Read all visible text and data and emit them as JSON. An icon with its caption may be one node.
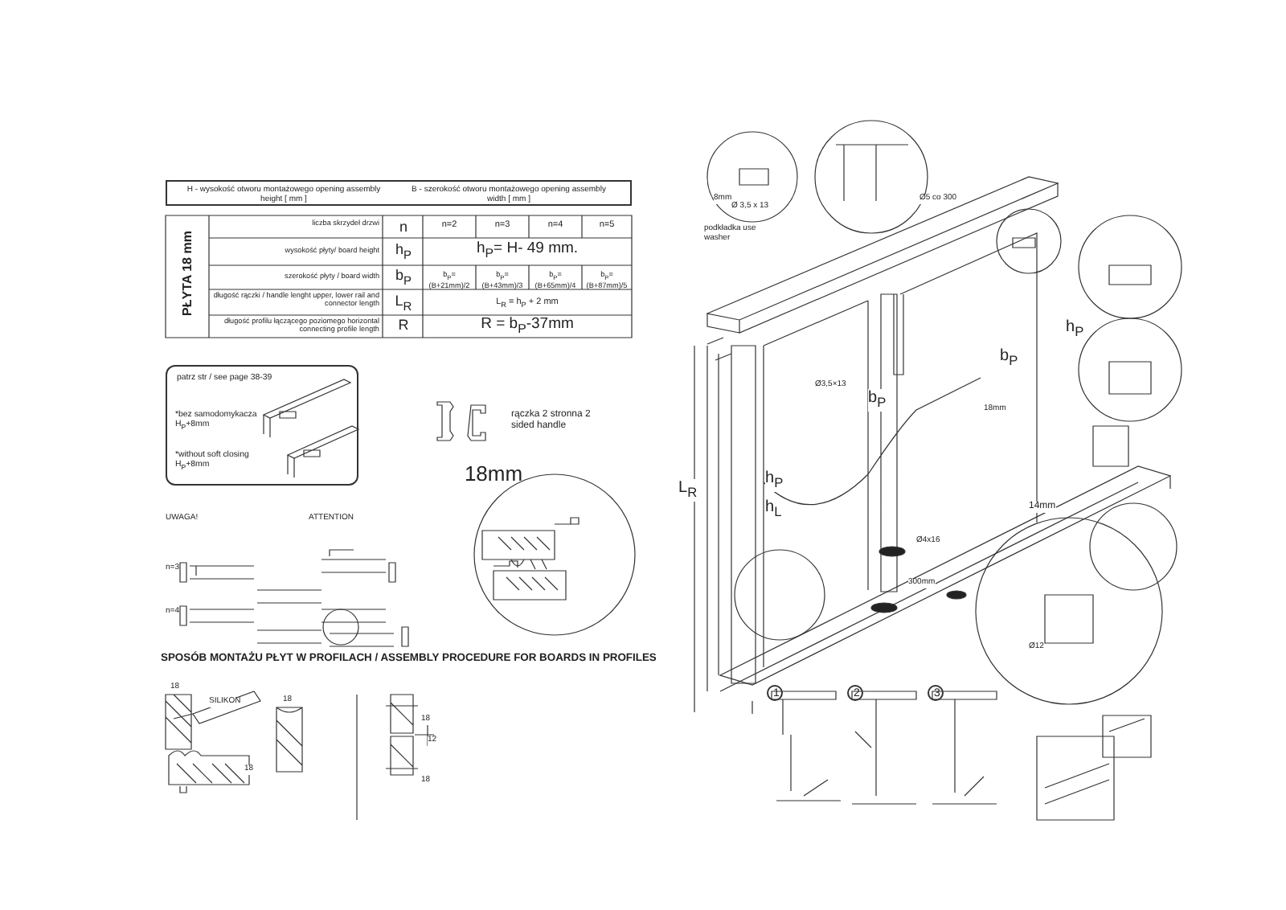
{
  "diagram": {
    "title": "SPOSÓB MONTAŻU PŁYT W PROFILACH / ASSEMBLY PROCEDURE FOR BOARDS IN PROFILES",
    "nodes": [
      {
        "text": [
          "H - wysokość otworu montażowego opening assembly height [ mm ]",
          "B - szerokość otworu montażowego opening assembly width [ mm ]"
        ]
      },
      {
        "text": [
          "patrz str / see page 38-39",
          "*bez samodomykacza H$_{P}$+8mm",
          "*without soft closing H$_{P}$+8mm"
        ]
      },
      {
        "text": [
          "1"
        ]
      },
      {
        "text": [
          "2"
        ]
      },
      {
        "text": [
          "3"
        ]
      }
    ],
    "labels": [
      "PŁYTA 18 mm",
      "liczba skrzydeł drzwi",
      "n",
      "n=2",
      "n=3",
      "n=4",
      "n=5",
      "wysokość płyty/ board height",
      "h$_{P}$",
      "h$_{P}$= H- 49 mm.",
      "szerokość płyty / board width",
      "b$_{P}$",
      "b$_{P}$= (B+21mm)/2",
      "b$_{P}$= (B+43mm)/3",
      "b$_{P}$= (B+65mm)/4",
      "b$_{P}$= (B+87mm)/5",
      "długość rączki / handle lenght upper, lower rail and connector length",
      "L$_{R}$",
      "L$_{R}$ = h$_{P}$ + 2 mm",
      "długość profilu łączącego poziomego horizontal connecting profile length",
      "R",
      "R = b$_{P}$-37mm",
      "rączka 2 stronna 2 sided handle",
      "18mm",
      "UWAGA!",
      "ATTENTION",
      "n=3",
      "n=4",
      "18",
      "SILIKON",
      "18",
      "18",
      "18",
      "12",
      "18",
      "podkładka use washer",
      "8mm",
      "Ø 3,5 x 13",
      "Ø5 co 300",
      "Ø3,5×13",
      "b$_{P}$",
      "b$_{P}$",
      "h$_{P}$",
      "L$_{R}$",
      "h$_{P}$",
      "h$_{L}$",
      "18mm",
      "14mm",
      "Ø4x16",
      "300mm",
      "Ø12"
    ]
  }
}
